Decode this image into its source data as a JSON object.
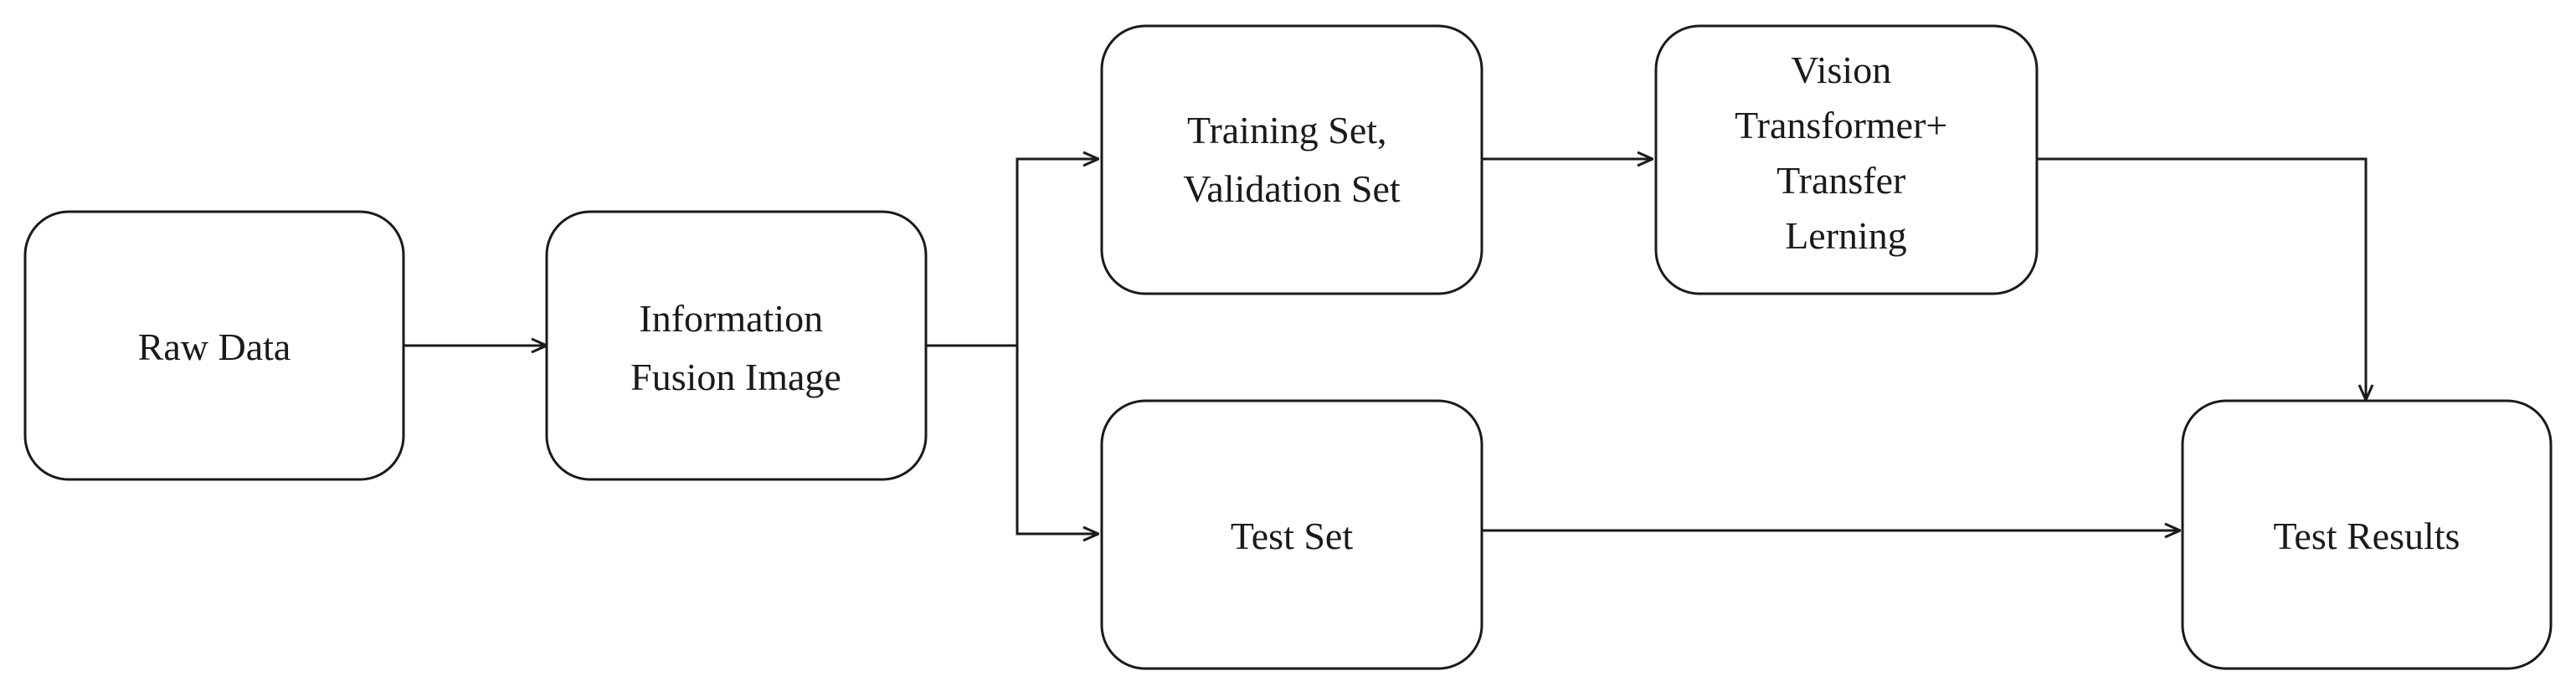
{
  "nodes": {
    "raw_data": {
      "lines": [
        "Raw Data"
      ]
    },
    "fusion": {
      "lines": [
        "Information",
        "Fusion Image"
      ]
    },
    "train_val": {
      "lines": [
        "Training Set,",
        "Validation Set"
      ]
    },
    "vit": {
      "lines": [
        "Vision",
        "Transformer+",
        "Transfer",
        "Lerning"
      ]
    },
    "test_set": {
      "lines": [
        "Test Set"
      ]
    },
    "test_results": {
      "lines": [
        "Test Results"
      ]
    }
  },
  "edges": [
    {
      "from": "raw_data",
      "to": "fusion"
    },
    {
      "from": "fusion",
      "to": "train_val"
    },
    {
      "from": "fusion",
      "to": "test_set"
    },
    {
      "from": "train_val",
      "to": "vit"
    },
    {
      "from": "vit",
      "to": "test_results"
    },
    {
      "from": "test_set",
      "to": "test_results"
    }
  ]
}
